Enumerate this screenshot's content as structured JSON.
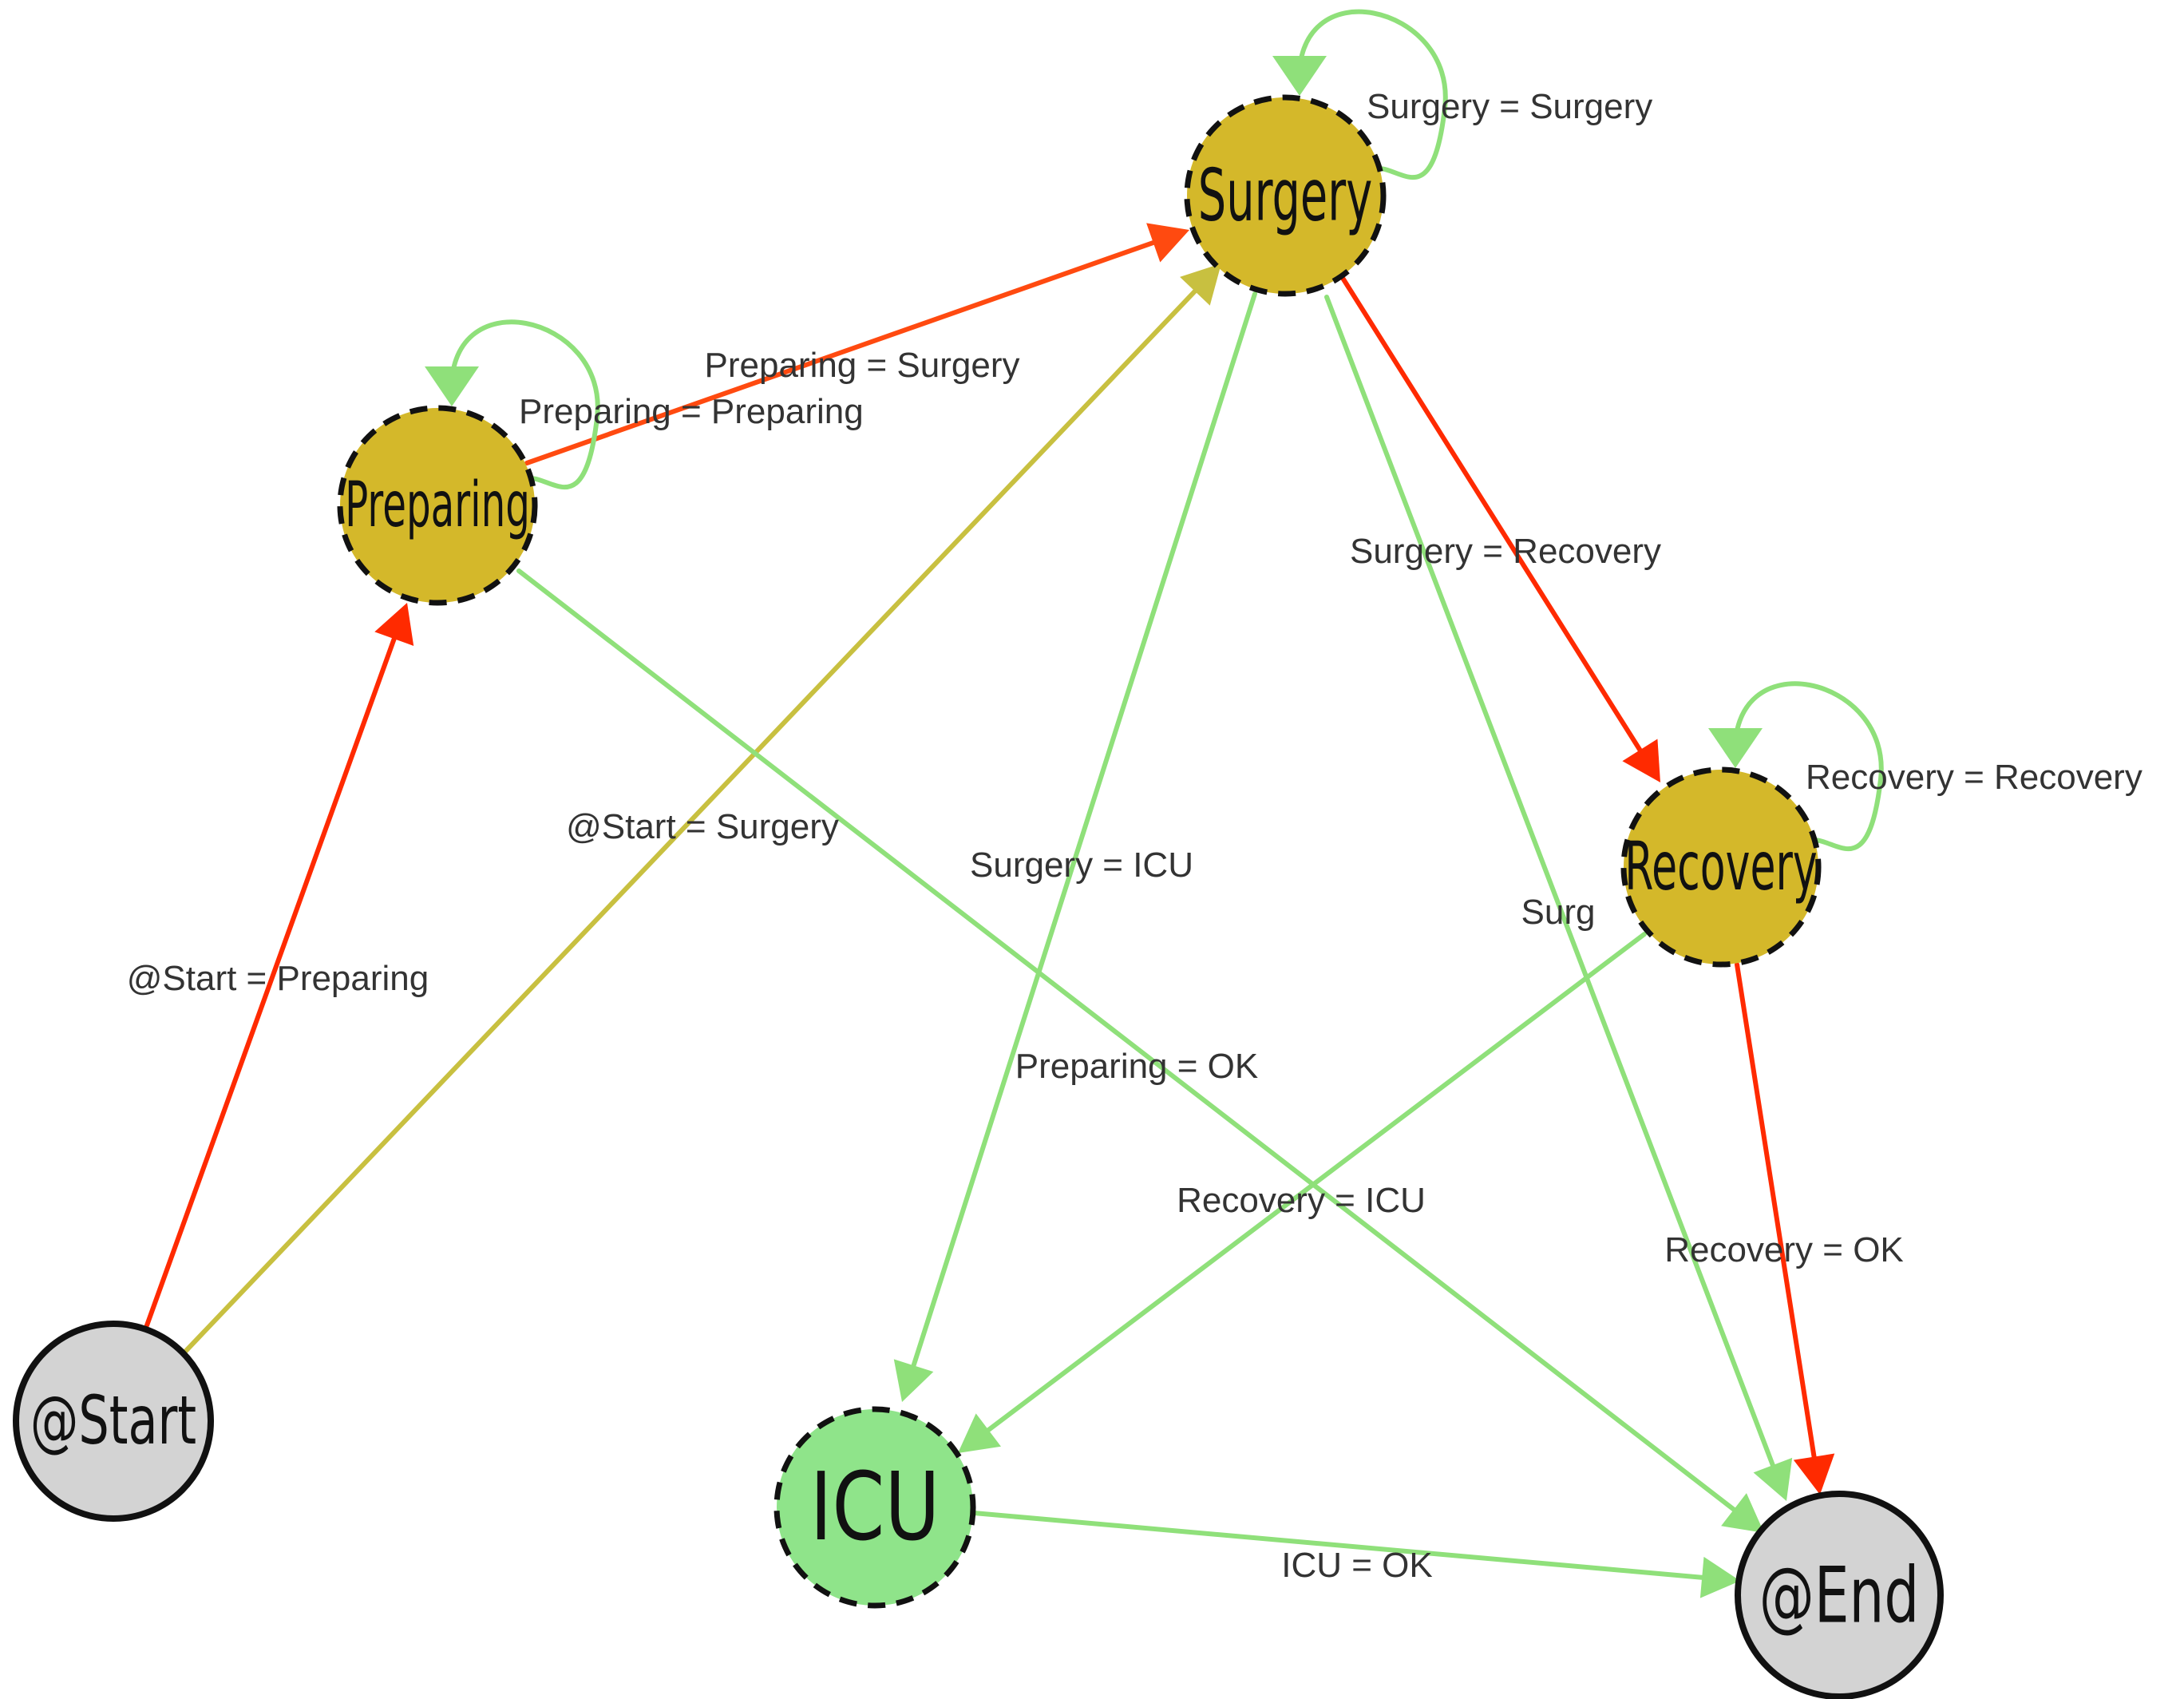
{
  "colors": {
    "active": "#d4b82a",
    "green_node": "#8fe48a",
    "terminal": "#d3d3d3",
    "edge_red": "#ff2a00",
    "edge_orange_red": "#ff4a10",
    "edge_yellow": "#c8c040",
    "edge_green": "#8fe07a",
    "outline": "#111111"
  },
  "nodes": [
    {
      "id": "start",
      "label": "@Start",
      "style": "terminal"
    },
    {
      "id": "preparing",
      "label": "Preparing",
      "style": "active"
    },
    {
      "id": "surgery",
      "label": "Surgery",
      "style": "active"
    },
    {
      "id": "recovery",
      "label": "Recovery",
      "style": "active"
    },
    {
      "id": "icu",
      "label": "ICU",
      "style": "green"
    },
    {
      "id": "end",
      "label": "@End",
      "style": "terminal"
    }
  ],
  "edges": [
    {
      "id": "start-preparing",
      "from": "start",
      "to": "preparing",
      "label": "@Start = Preparing",
      "color": "edge_red"
    },
    {
      "id": "start-surgery",
      "from": "start",
      "to": "surgery",
      "label": "@Start = Surgery",
      "color": "edge_yellow"
    },
    {
      "id": "preparing-surgery",
      "from": "preparing",
      "to": "surgery",
      "label": "Preparing = Surgery",
      "color": "edge_orange_red"
    },
    {
      "id": "preparing-ok",
      "from": "preparing",
      "to": "end",
      "label": "Preparing = OK",
      "color": "edge_green"
    },
    {
      "id": "surgery-recovery",
      "from": "surgery",
      "to": "recovery",
      "label": "Surgery = Recovery",
      "color": "edge_red"
    },
    {
      "id": "surgery-icu",
      "from": "surgery",
      "to": "icu",
      "label": "Surgery = ICU",
      "color": "edge_green"
    },
    {
      "id": "surgery-ok",
      "from": "surgery",
      "to": "end",
      "label": "Surg",
      "color": "edge_green"
    },
    {
      "id": "recovery-icu",
      "from": "recovery",
      "to": "icu",
      "label": "Recovery = ICU",
      "color": "edge_green"
    },
    {
      "id": "recovery-ok",
      "from": "recovery",
      "to": "end",
      "label": "Recovery = OK",
      "color": "edge_red"
    },
    {
      "id": "icu-ok",
      "from": "icu",
      "to": "end",
      "label": "ICU = OK",
      "color": "edge_green"
    },
    {
      "id": "preparing-self",
      "from": "preparing",
      "to": "preparing",
      "label": "Preparing = Preparing",
      "color": "edge_green"
    },
    {
      "id": "surgery-self",
      "from": "surgery",
      "to": "surgery",
      "label": "Surgery = Surgery",
      "color": "edge_green"
    },
    {
      "id": "recovery-self",
      "from": "recovery",
      "to": "recovery",
      "label": "Recovery = Recovery",
      "color": "edge_green"
    }
  ]
}
